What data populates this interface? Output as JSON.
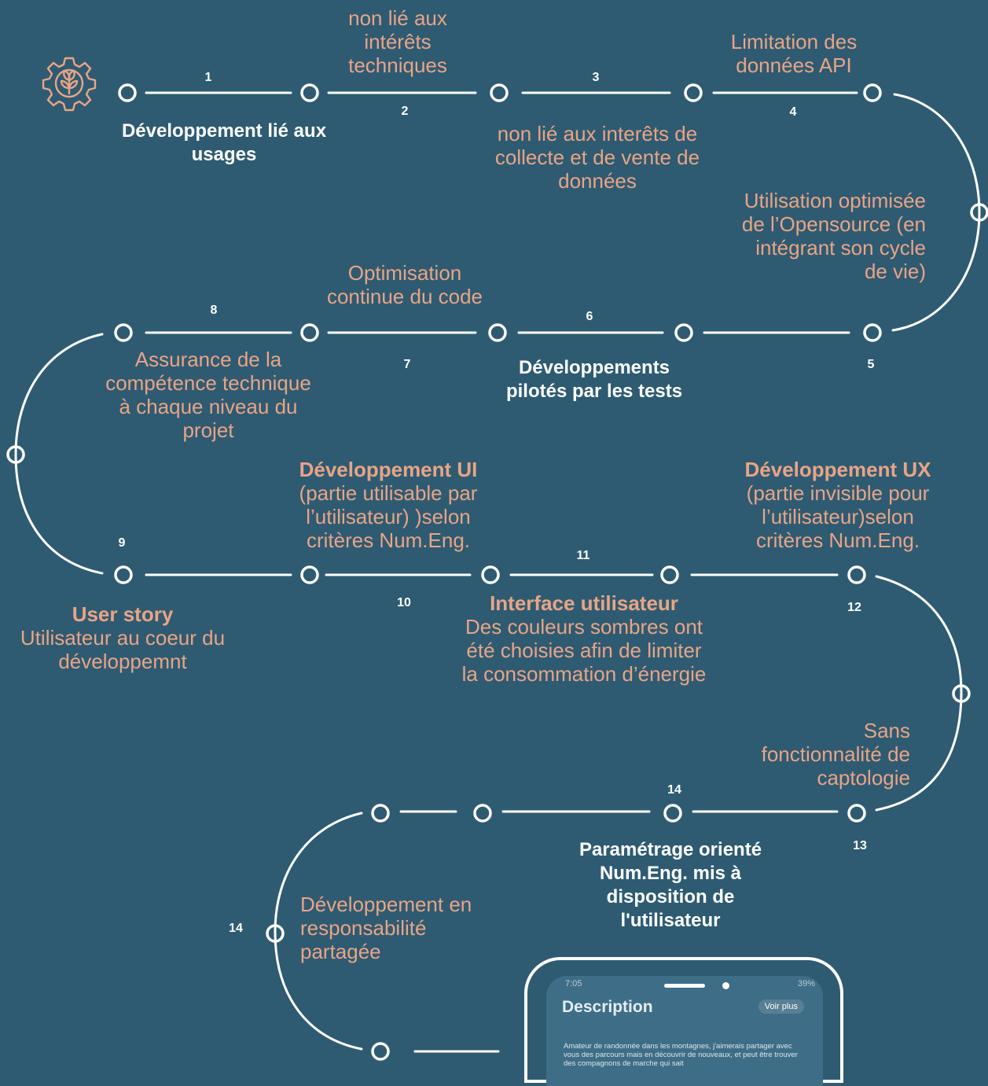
{
  "colors": {
    "background": "#2e5b72",
    "accent": "#e9a486",
    "line": "#ffffff"
  },
  "icons": {
    "logo": "gear-leaf-icon"
  },
  "numbers": [
    "1",
    "2",
    "3",
    "4",
    "5",
    "6",
    "7",
    "8",
    "9",
    "10",
    "11",
    "12",
    "13",
    "14",
    "14"
  ],
  "labels": {
    "dev_usages": "Développement lié aux usages",
    "non_lie_tech": "non lié aux intérêts techniques",
    "non_lie_collecte": "non lié aux interêts de collecte et de vente de données",
    "limitation_api": "Limitation des données API",
    "opensource": "Utilisation optimisée de l’Opensource (en intégrant son cycle de vie)",
    "optimisation": "Optimisation continue du code",
    "tests": "Développements pilotés par les tests",
    "assurance": "Assurance de la compétence technique à chaque niveau du projet",
    "ui_head": "Développement UI",
    "ui_body": "(partie utilisable par l’utilisateur) )selon critères Num.Eng.",
    "ux_head": "Développement UX",
    "ux_body": "(partie invisible pour l’utilisateur)selon critères Num.Eng.",
    "user_story_head": "User story",
    "user_story_body": "Utilisateur au coeur du développemnt",
    "interface_head": "Interface utilisateur",
    "interface_body": "Des couleurs sombres ont été choisies afin de limiter la consommation d’énergie",
    "captologie": "Sans fonctionnalité de captologie",
    "parametrage": "Paramétrage orienté Num.Eng. mis à disposition de l'utilisateur",
    "responsabilite": "Développement en responsabilité partagée"
  },
  "phone": {
    "time": "7:05",
    "status": "39%",
    "title": "Description",
    "button": "Voir plus",
    "body": "Amateur de randonnée dans les montagnes, j'aimerais partager avec vous des parcours mais en découvrir de nouveaux, et peut être trouver des compagnons de marche qui sait"
  }
}
